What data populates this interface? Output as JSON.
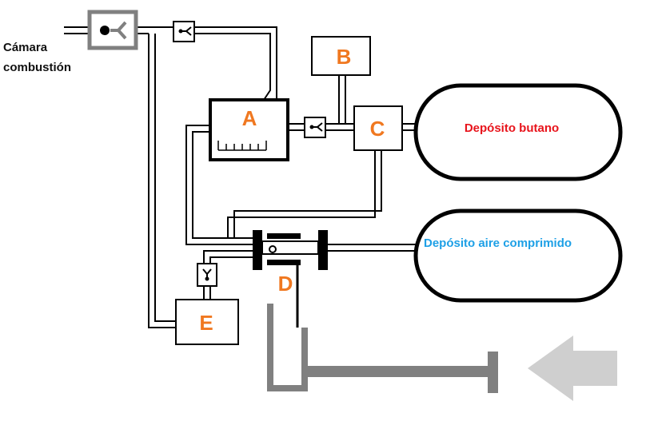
{
  "labels": {
    "chamber_line1": "Cámara",
    "chamber_line2": "combustión",
    "box_a": "A",
    "box_b": "B",
    "box_c": "C",
    "box_d": "D",
    "box_e": "E",
    "tank_butane": "Depósito butano",
    "tank_air": "Depósito aire comprimido"
  },
  "colors": {
    "letter": "#f07820",
    "butane_text": "#e8141c",
    "air_text": "#1ea0e6",
    "grey": "#808080",
    "arrow": "#cfcfcf"
  }
}
